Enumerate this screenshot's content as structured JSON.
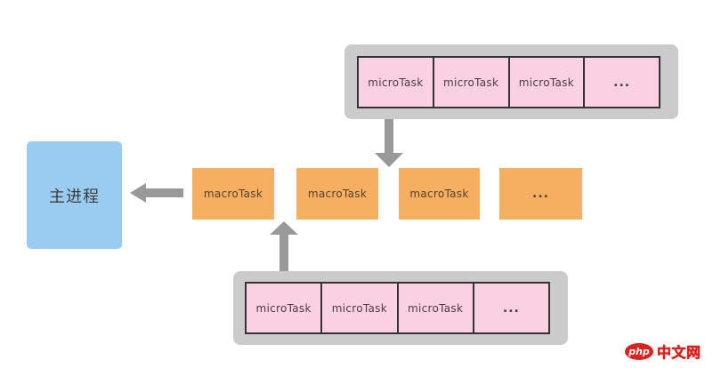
{
  "diagram": {
    "title_implied": "event-loop-task-queues",
    "main_process": {
      "label": "主进程"
    },
    "top_micro_queue": {
      "cells": [
        "microTask",
        "microTask",
        "microTask",
        "..."
      ]
    },
    "macro_row": {
      "cells": [
        "macroTask",
        "macroTask",
        "macroTask",
        "..."
      ]
    },
    "bottom_micro_queue": {
      "cells": [
        "microTask",
        "microTask",
        "microTask",
        "..."
      ]
    }
  },
  "colors": {
    "queue_container_gray": "#cbcbcb",
    "micro_task_pink": "#fad1e3",
    "micro_cell_border": "#333333",
    "macro_task_orange": "#f6ae61",
    "main_process_blue": "#9accf2",
    "arrow_gray": "#999999",
    "logo_red": "#e0201c",
    "background": "#ffffff"
  },
  "watermark": {
    "badge": "php",
    "text": "中文网"
  }
}
